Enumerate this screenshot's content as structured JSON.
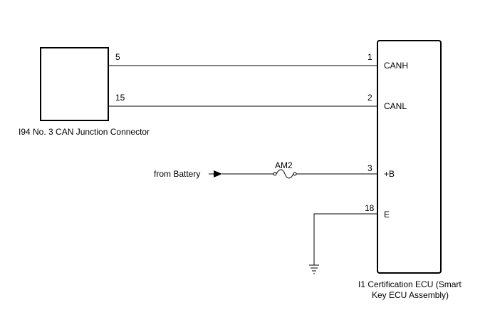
{
  "junction": {
    "label": "I94 No. 3 CAN Junction Connector",
    "pins": [
      "5",
      "15"
    ]
  },
  "ecu": {
    "label_line1": "I1  Certification ECU (Smart",
    "label_line2": "Key ECU Assembly)",
    "terminals": [
      {
        "pin": "1",
        "name": "CANH"
      },
      {
        "pin": "2",
        "name": "CANL"
      },
      {
        "pin": "3",
        "name": "+B"
      },
      {
        "pin": "18",
        "name": "E"
      }
    ]
  },
  "battery": {
    "label": "from Battery"
  },
  "fuse": {
    "label": "AM2"
  }
}
